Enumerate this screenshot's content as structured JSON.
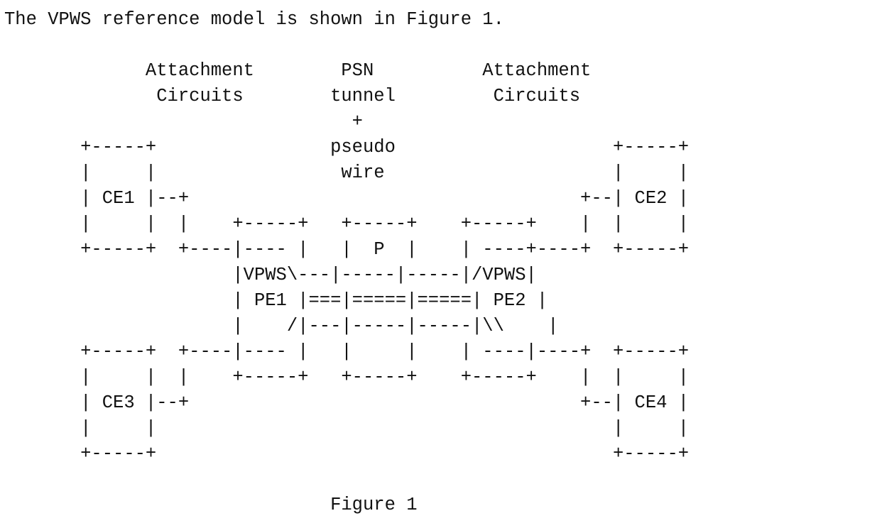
{
  "document": {
    "intro": "The VPWS reference model is shown in Figure 1.",
    "figure_lines": [
      "",
      "             Attachment        PSN          Attachment",
      "              Circuits        tunnel         Circuits",
      "                                +",
      "       +-----+                pseudo                    +-----+",
      "       |     |                 wire                     |     |",
      "       | CE1 |--+                                    +--| CE2 |",
      "       |     |  |    +-----+   +-----+    +-----+    |  |     |",
      "       +-----+  +----|---- |   |  P  |    | ----+----+  +-----+",
      "                     |VPWS\\---|-----|-----|/VPWS|",
      "                     | PE1 |===|=====|=====| PE2 |",
      "                     |    /|---|-----|-----|\\\\    |",
      "       +-----+  +----|---- |   |     |    | ----|----+  +-----+",
      "       |     |  |    +-----+   +-----+    +-----+    |  |     |",
      "       | CE3 |--+                                    +--| CE4 |",
      "       |     |                                          |     |",
      "       +-----+                                          +-----+",
      "",
      "                              Figure 1"
    ]
  }
}
